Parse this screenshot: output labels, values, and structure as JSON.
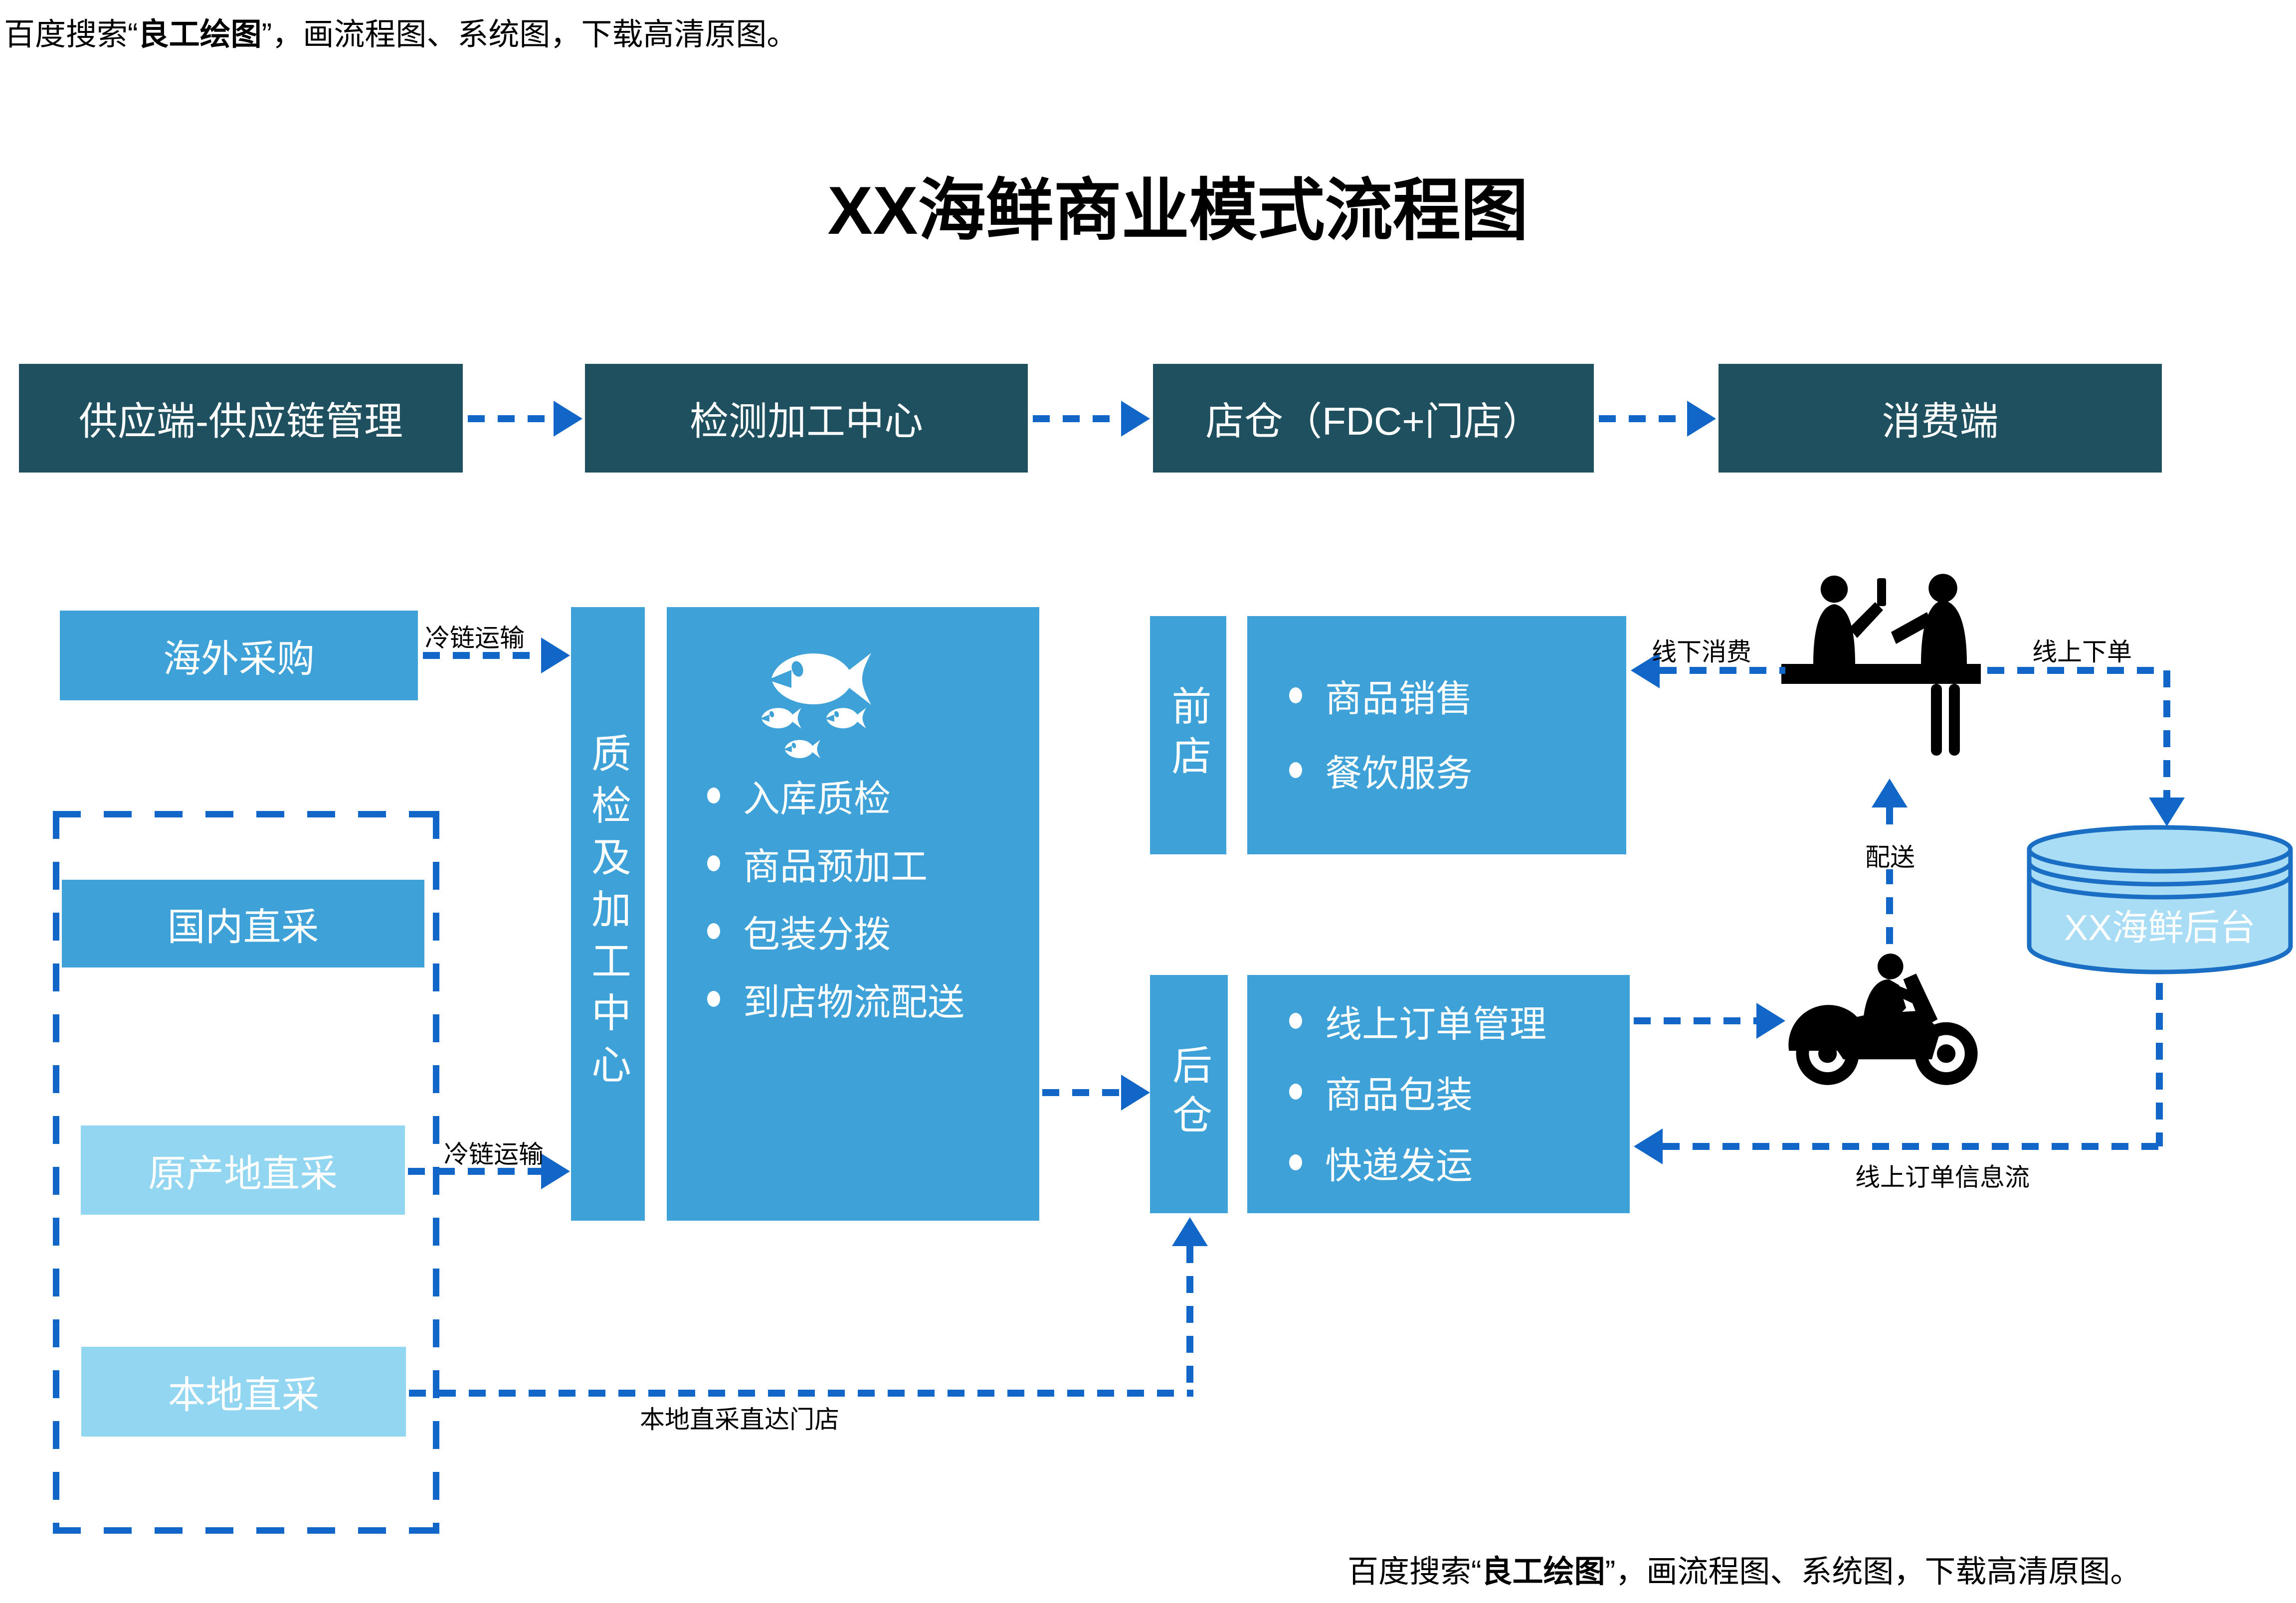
{
  "watermark": {
    "prefix": "百度搜索“",
    "brand": "良工绘图",
    "suffix": "”，画流程图、系统图，下载高清原图。"
  },
  "title": "XX海鲜商业模式流程图",
  "colors": {
    "stage_header_bg": "#1E505F",
    "box_blue": "#3EA1D8",
    "box_light_blue": "#93D6F2",
    "arrow_blue": "#1266C8",
    "cylinder_fill": "#A9DCF5",
    "cylinder_stroke": "#1A6FC4",
    "text_light": "#FFFFFF",
    "text_dark": "#000000"
  },
  "stages": [
    {
      "label": "供应端-供应链管理"
    },
    {
      "label": "检测加工中心"
    },
    {
      "label": "店仓（FDC+门店）"
    },
    {
      "label": "消费端"
    }
  ],
  "supply": {
    "overseas": "海外采购",
    "domestic": "国内直采",
    "origin": "原产地直采",
    "local": "本地直采"
  },
  "qc": {
    "label": "质检及加工中心",
    "items": [
      "入库质检",
      "商品预加工",
      "包装分拨",
      "到店物流配送"
    ]
  },
  "front_store": {
    "label": "前店",
    "items": [
      "商品销售",
      "餐饮服务"
    ]
  },
  "back_store": {
    "label": "后仓",
    "items": [
      "线上订单管理",
      "商品包装",
      "快递发运"
    ]
  },
  "backend_db": {
    "label": "XX海鲜后台"
  },
  "labels": {
    "cold_chain_overseas": "冷链运输",
    "cold_chain_origin": "冷链运输",
    "offline_consume": "线下消费",
    "online_order": "线上下单",
    "delivery": "配送",
    "online_order_info": "线上订单信息流",
    "local_direct": "本地直采直达门店"
  },
  "icons": {
    "fish": "fish-icon",
    "customers": "customers-at-counter-icon",
    "motorcycle": "delivery-motorcycle-icon",
    "database": "database-icon"
  }
}
